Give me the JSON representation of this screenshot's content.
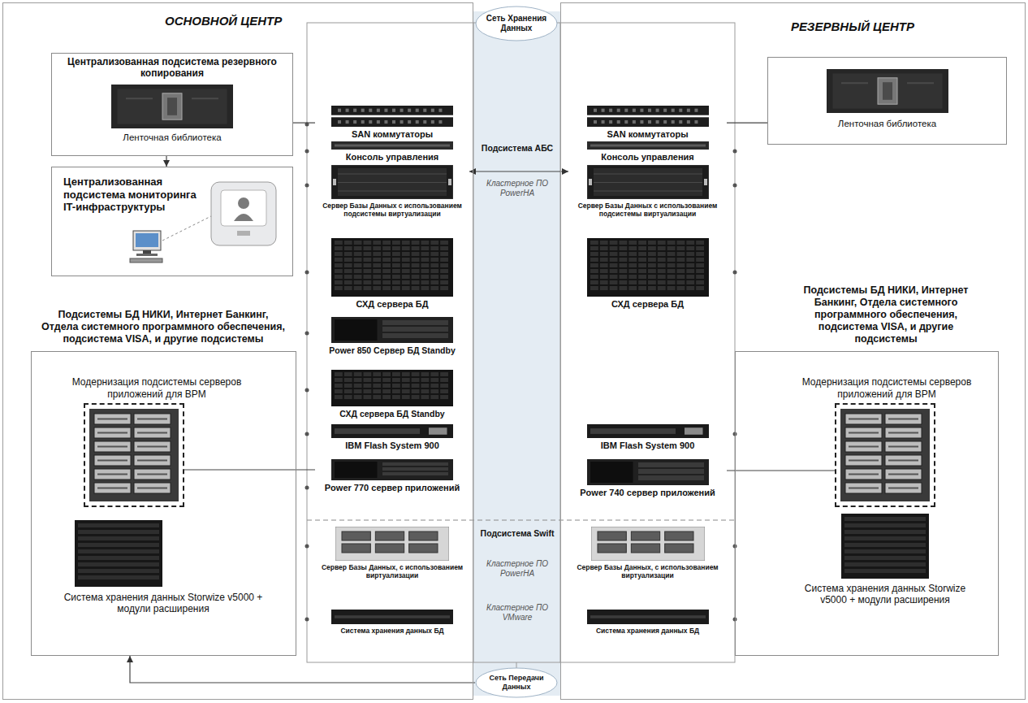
{
  "diagram": {
    "nodes": [
      {
        "text": [
          "ОСНОВНОЙ ЦЕНТР"
        ]
      },
      {
        "text": [
          "Централизованная подсистема резервного копирования",
          "Ленточная библиотека"
        ],
        "in": 0
      },
      {
        "text": [
          "Централизованная подсистема мониторинга IT-инфраструктуры"
        ],
        "in": 0
      },
      {
        "text": [
          "Подсистемы БД НИКИ, Интернет Банкинг, Отдела системного программного обеспечения, подсистема VISA, и другие подсистемы"
        ],
        "in": 0
      },
      {
        "text": [
          "Модернизация подсистемы серверов приложений для ВРМ"
        ],
        "in": 3
      },
      {
        "text": [
          "Система хранения данных Storwize v5000 + модули расширения"
        ],
        "in": 3
      },
      {
        "text": [
          "SAN коммутаторы"
        ],
        "in": 0
      },
      {
        "text": [
          "Консоль управления"
        ],
        "in": 0
      },
      {
        "text": [
          "Сервер Базы Данных с использованием подсистемы виртуализации"
        ],
        "in": 0
      },
      {
        "text": [
          "СХД сервера БД"
        ],
        "in": 0
      },
      {
        "text": [
          "Power 850 Сервер БД Standby"
        ],
        "in": 0
      },
      {
        "text": [
          "СХД сервера БД Standby"
        ],
        "in": 0
      },
      {
        "text": [
          "IBM Flash System 900"
        ],
        "in": 0
      },
      {
        "text": [
          "Power 770 сервер приложений"
        ],
        "in": 0
      },
      {
        "text": [
          "Сервер Базы Данных, с использованием виртуализации"
        ],
        "in": 0
      },
      {
        "text": [
          "Система хранения данных БД"
        ],
        "in": 0
      },
      {
        "text": [
          "Сеть Хранения Данных"
        ]
      },
      {
        "text": [
          "РЕЗЕРВНЫЙ ЦЕНТР"
        ]
      },
      {
        "text": [
          "Ленточная библиотека"
        ],
        "in": 17
      },
      {
        "text": [
          "Подсистемы БД НИКИ, Интернет Банкинг, Отдела системного программного обеспечения, подсистема VISA, и другие подсистемы"
        ],
        "in": 17
      },
      {
        "text": [
          "Модернизация подсистемы серверов приложений для ВРМ"
        ],
        "in": 19
      },
      {
        "text": [
          "Система хранения данных Storwize v5000 + модули расширения"
        ],
        "in": 19
      },
      {
        "text": [
          "SAN коммутаторы"
        ],
        "in": 17
      },
      {
        "text": [
          "Консоль управления"
        ],
        "in": 17
      },
      {
        "text": [
          "Сервер Базы Данных с использованием подсистемы виртуализации"
        ],
        "in": 17
      },
      {
        "text": [
          "СХД сервера БД"
        ],
        "in": 17
      },
      {
        "text": [
          "IBM Flash System 900"
        ],
        "in": 17
      },
      {
        "text": [
          "Power 740 сервер приложений"
        ],
        "in": 17
      },
      {
        "text": [
          "Сервер Базы Данных, с использованием виртуализации"
        ],
        "in": 17
      },
      {
        "text": [
          "Система хранения данных БД"
        ],
        "in": 17
      },
      {
        "text": [
          "Сеть Передачи Данных"
        ]
      }
    ],
    "edges": [
      {
        "from": 1,
        "to": 2,
        "arrow": "to"
      },
      {
        "from": 1,
        "to": 6,
        "arrow": "none"
      },
      {
        "from": 18,
        "to": 22,
        "arrow": "none"
      },
      {
        "from": 4,
        "to": 13,
        "arrow": "none"
      },
      {
        "from": 20,
        "to": 27,
        "arrow": "none"
      },
      {
        "from": 8,
        "to": 24,
        "arrow": "both"
      },
      {
        "from": 30,
        "to": 3,
        "arrow": "to"
      }
    ],
    "labels": [
      "Подсистема АБС",
      "Кластерное ПО PowerHA",
      "Подсистема Swift",
      "Кластерное ПО PowerHA",
      "Кластерное ПО VMware"
    ]
  }
}
